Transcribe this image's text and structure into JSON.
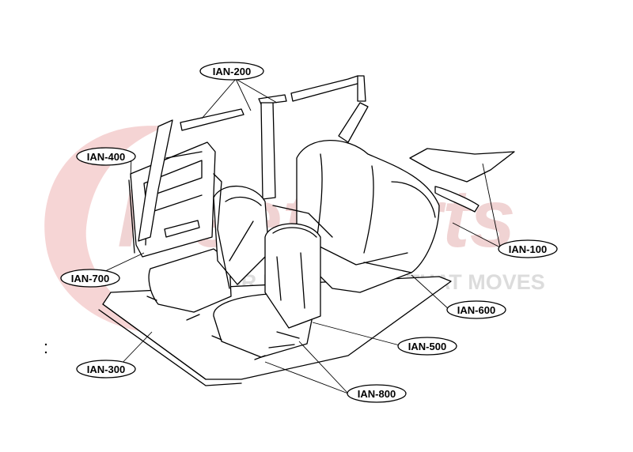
{
  "watermark": {
    "brand": "FleetParts",
    "tagline": "FOR EVERYTHING THAT MOVES",
    "color_red": "#f3c6c6",
    "color_gray": "#dcdcdc"
  },
  "callouts": {
    "ian_100": "IAN-100",
    "ian_200": "IAN-200",
    "ian_300": "IAN-300",
    "ian_400": "IAN-400",
    "ian_500": "IAN-500",
    "ian_600": "IAN-600",
    "ian_700": "IAN-700",
    "ian_800": "IAN-800"
  }
}
